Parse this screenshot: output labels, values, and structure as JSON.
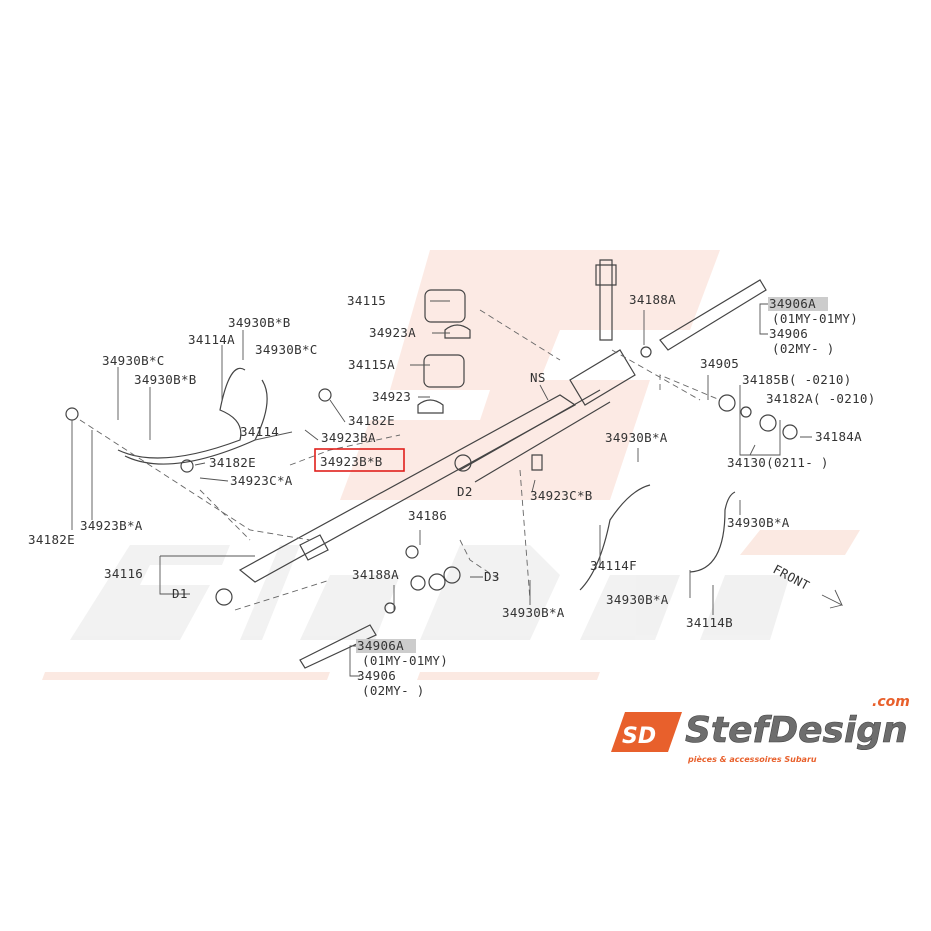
{
  "watermark": {
    "brand": "StefDesign",
    "domain": ".com",
    "tagline": "pièces & accessoires Subaru",
    "logo_mark": "SD"
  },
  "logo": {
    "brand": "StefDesign",
    "domain": ".com",
    "tagline": "pièces & accessoires Subaru",
    "mark": "SD",
    "accent": "#e8602c"
  },
  "highlight": {
    "label": "34923B*B",
    "color": "#e0201c"
  },
  "labels": {
    "l1": "34930B*B",
    "l2": "34114A",
    "l3": "34930B*C",
    "l4": "34930B*C",
    "l5": "34930B*B",
    "l6": "34114",
    "l7": "34182E",
    "l8": "34923BA",
    "l9": "34923B*B",
    "l10": "34182E",
    "l11": "34923C*A",
    "l12": "34923B*A",
    "l13": "34182E",
    "l14": "34115",
    "l15": "34923A",
    "l16": "34115A",
    "l17": "34923",
    "l18": "NS",
    "l19": "D2",
    "l20": "34188A",
    "l21": "34906A",
    "l22": "(01MY-01MY)",
    "l23": "34906",
    "l24": "(02MY-    )",
    "l25": "34905",
    "l26": "34185B(   -0210)",
    "l27": "34182A(   -0210)",
    "l28": "34184A",
    "l29": "34130(0211-    )",
    "l30": "34930B*A",
    "l31": "34923C*B",
    "l32": "34930B*A",
    "l33": "34186",
    "l34": "34116",
    "l35": "D1",
    "l36": "34188A",
    "l37": "D3",
    "l38": "34114F",
    "l39": "34930B*A",
    "l40": "34930B*A",
    "l41": "34114B",
    "l42": "34906A",
    "l43": "(01MY-01MY)",
    "l44": "34906",
    "l45": "(02MY-    )",
    "l46": "FRONT"
  }
}
